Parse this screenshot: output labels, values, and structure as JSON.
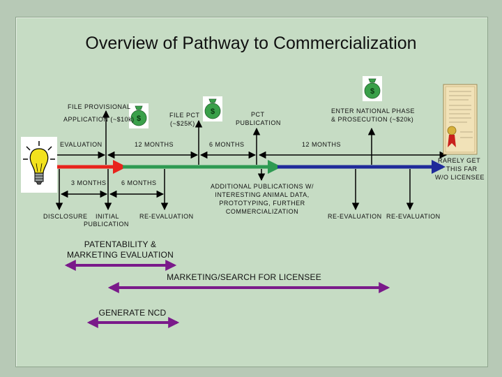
{
  "title": "Overview of Pathway to Commercialization",
  "labels": {
    "file_provisional_1": "FILE PROVISIONAL",
    "file_provisional_2": "APPLICATION (~$10k)",
    "file_pct_1": "FILE PCT",
    "file_pct_2": "(~$25K)",
    "pct_publication_1": "PCT",
    "pct_publication_2": "PUBLICATION",
    "national_phase_1": "ENTER NATIONAL PHASE",
    "national_phase_2": "& PROSECUTION (~$20k)",
    "evaluation": "EVALUATION",
    "twelve_months_a": "12 MONTHS",
    "six_months_top": "6 MONTHS",
    "twelve_months_b": "12 MONTHS",
    "rarely_1": "RARELY GET",
    "rarely_2": "THIS FAR",
    "rarely_3": "W/O LICENSEE",
    "three_months": "3 MONTHS",
    "six_months_low": "6 MONTHS",
    "disclosure": "DISCLOSURE",
    "initial_pub_1": "INITIAL",
    "initial_pub_2": "PUBLICATION",
    "reeval_1": "RE-EVALUATION",
    "additional_1": "ADDITIONAL PUBLICATIONS W/",
    "additional_2": "INTERESTING ANIMAL DATA,",
    "additional_3": "PROTOTYPING, FURTHER",
    "additional_4": "COMMERCIALIZATION",
    "reeval_2": "RE-EVALUATION",
    "reeval_3": "RE-EVALUATION"
  },
  "bars": {
    "patentability_1": "PATENTABILITY &",
    "patentability_2": "MARKETING EVALUATION",
    "marketing": "MARKETING/SEARCH FOR LICENSEE",
    "ncd": "GENERATE NCD"
  },
  "colors": {
    "red": "#e8231c",
    "green": "#2e9a52",
    "blue": "#1f2a9a",
    "purple": "#7a1a8a",
    "money": "#3aa04a"
  },
  "icons": [
    "lightbulb-icon",
    "money-bag-icon",
    "certificate-icon"
  ]
}
